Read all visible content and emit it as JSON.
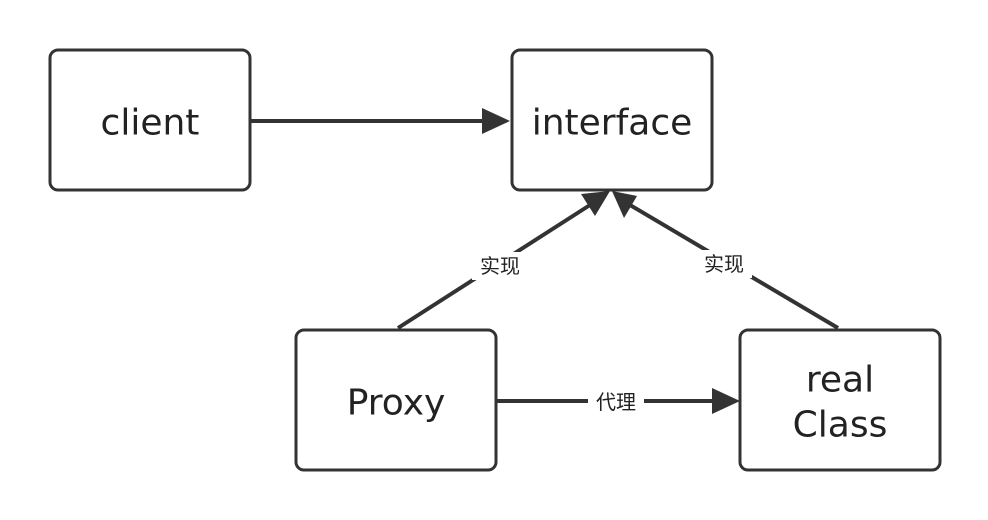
{
  "nodes": {
    "client": {
      "label": "client"
    },
    "interface": {
      "label": "interface"
    },
    "proxy": {
      "label": "Proxy"
    },
    "real_class": {
      "line1": "real",
      "line2": "Class"
    }
  },
  "edges": {
    "client_to_interface": {
      "label": ""
    },
    "proxy_to_interface": {
      "label": "实现"
    },
    "real_to_interface": {
      "label": "实现"
    },
    "proxy_to_real": {
      "label": "代理"
    }
  }
}
